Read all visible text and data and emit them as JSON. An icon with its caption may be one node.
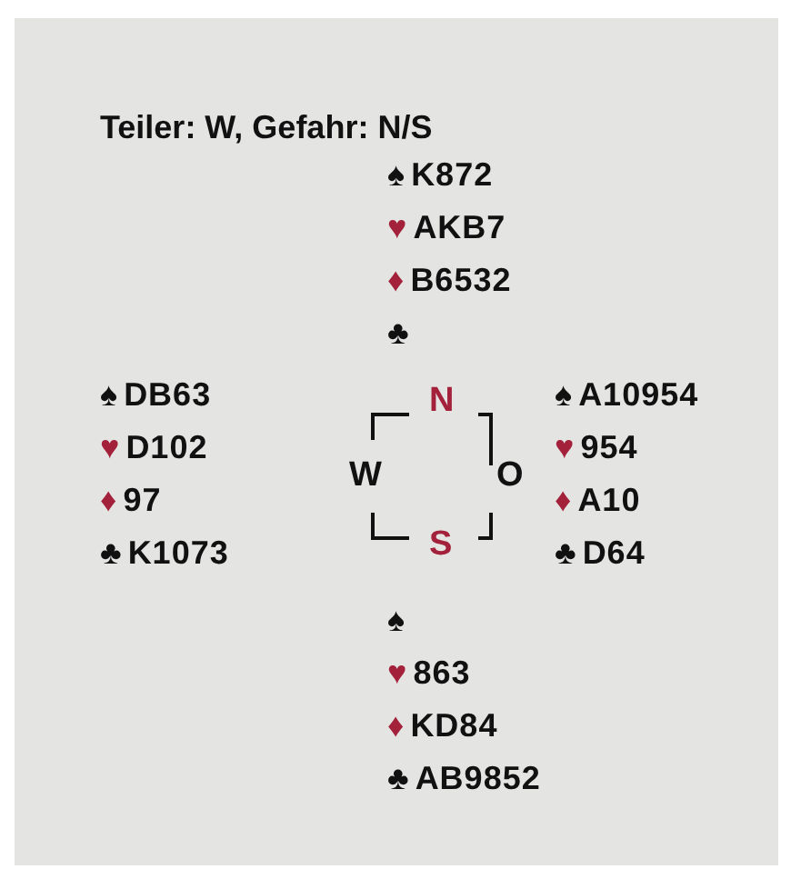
{
  "diagram": {
    "title": "Teiler: W, Gefahr: N/S",
    "nodes": [
      {
        "text": [
          "N",
          "W",
          "O",
          "S"
        ]
      }
    ],
    "labels": [
      "♠K872",
      "♥AKB7",
      "♦B6532",
      "♣",
      "♠DB63",
      "♥D102",
      "♦97",
      "♣K1073",
      "♠A10954",
      "♥954",
      "♦A10",
      "♣D64",
      "♠",
      "♥863",
      "♦KD84",
      "♣AB9852"
    ]
  }
}
